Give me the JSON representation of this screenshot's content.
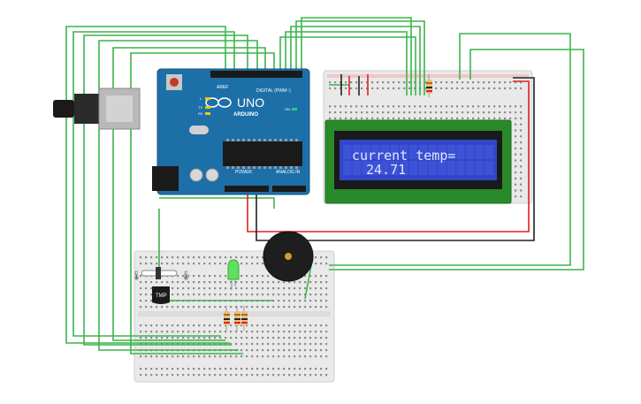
{
  "arduino": {
    "model": "UNO",
    "brand": "ARDUINO",
    "label_digital": "DIGITAL (PWM~)",
    "label_power": "POWER",
    "label_analog": "ANALOG IN",
    "label_aref": "AREF",
    "label_tx": "TX",
    "label_rx": "RX",
    "label_l": "L",
    "label_on": "ON"
  },
  "lcd": {
    "line1": "current temp=",
    "line2": "24.71"
  },
  "sensor": {
    "label": "TMP"
  },
  "colors": {
    "wire_green": "#3cb44b",
    "wire_red": "#e02020",
    "wire_black": "#222222",
    "board_blue": "#1d6fa8",
    "lcd_pcb": "#2a8a2a",
    "lcd_screen": "#3346c8"
  }
}
